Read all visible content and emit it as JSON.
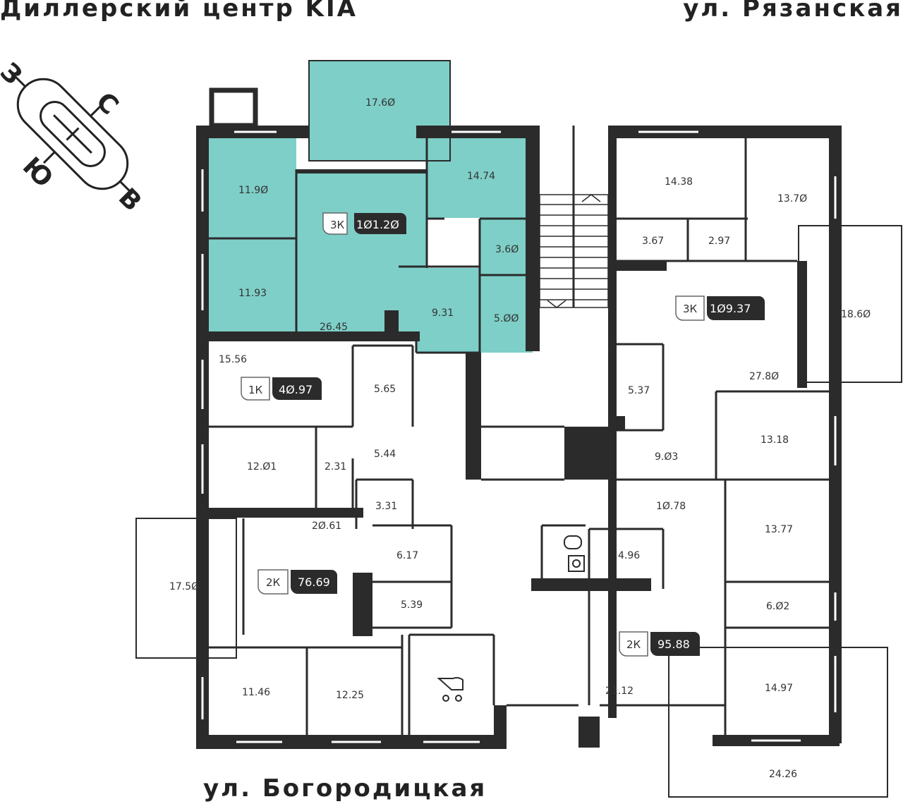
{
  "streets": {
    "top_left": "Диллерский центр KIA",
    "top_right": "ул. Рязанская",
    "bottom": "ул. Богородицкая"
  },
  "compass": {
    "west": "З",
    "north": "С",
    "south": "Ю",
    "east": "В"
  },
  "colors": {
    "highlight": "#7ecfc8",
    "wall": "#2b2b2b",
    "badge": "#2b2b2b"
  },
  "apartments": [
    {
      "type": "3К",
      "area": "1Ø1.2Ø",
      "highlighted": true
    },
    {
      "type": "1К",
      "area": "4Ø.97",
      "highlighted": false
    },
    {
      "type": "2К",
      "area": "76.69",
      "highlighted": false
    },
    {
      "type": "3К",
      "area": "1Ø9.37",
      "highlighted": false
    },
    {
      "type": "2К",
      "area": "95.88",
      "highlighted": false
    }
  ],
  "rooms": {
    "r1760": "17.6Ø",
    "r1190": "11.9Ø",
    "r1193": "11.93",
    "r2645": "26.45",
    "r1474": "14.74",
    "r360": "3.6Ø",
    "r931": "9.31",
    "r500": "5.ØØ",
    "r1556": "15.56",
    "r565": "5.65",
    "r544": "5.44",
    "r1201": "12.Ø1",
    "r231": "2.31",
    "r331": "3.31",
    "r2061": "2Ø.61",
    "r617": "6.17",
    "r539": "5.39",
    "r1750": "17.5Ø",
    "r1146": "11.46",
    "r1225": "12.25",
    "r1438": "14.38",
    "r1370": "13.7Ø",
    "r367": "3.67",
    "r297": "2.97",
    "r1860": "18.6Ø",
    "r2780": "27.8Ø",
    "r537": "5.37",
    "r903": "9.Ø3",
    "r1318": "13.18",
    "r1078": "1Ø.78",
    "r1377": "13.77",
    "r496": "4.96",
    "r602": "6.Ø2",
    "r2112": "21.12",
    "r1497": "14.97",
    "r2426": "24.26"
  }
}
